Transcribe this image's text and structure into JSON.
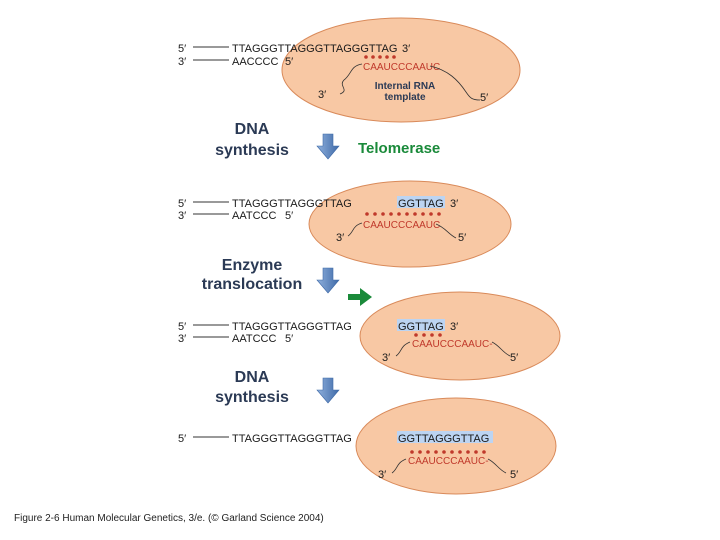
{
  "labels": {
    "five_prime": "5′",
    "three_prime": "3′",
    "template_line1": "Internal RNA",
    "template_line2": "template",
    "enzyme": "Telomerase"
  },
  "panels": [
    {
      "top": "TTAGGGTTAGGGTTAGGGTTAG",
      "new": "",
      "bottom": "AACCCC",
      "rna": "CAAUCCCAAUC"
    },
    {
      "top": "TTAGGGTTAGGGTTAG",
      "new": "GGTTAG",
      "bottom": "AATCCC",
      "rna": "CAAUCCCAAUC"
    },
    {
      "top": "TTAGGGTTAGGGTTAG",
      "new": "GGTTAG",
      "bottom": "AATCCC",
      "rna": "CAAUCCCAAUC-"
    },
    {
      "top": "TTAGGGTTAGGGTTAG",
      "new": "GGTTAGGGTTAG",
      "bottom": "",
      "rna": "CAAUCCCAAUC-"
    }
  ],
  "steps": [
    {
      "line1": "DNA",
      "line2": "synthesis"
    },
    {
      "line1": "Enzyme",
      "line2": "translocation"
    },
    {
      "line1": "DNA",
      "line2": "synthesis"
    }
  ],
  "caption": "Figure 2-6  Human Molecular Genetics, 3/e.  (© Garland Science 2004)",
  "colors": {
    "enzyme_fill": "#f8c8a4",
    "enzyme_stroke": "#d98a5a",
    "rna": "#c0392b",
    "new_dna": "#bcd4f2",
    "arrow": "#5b86c2",
    "green": "#1a8a3a"
  }
}
